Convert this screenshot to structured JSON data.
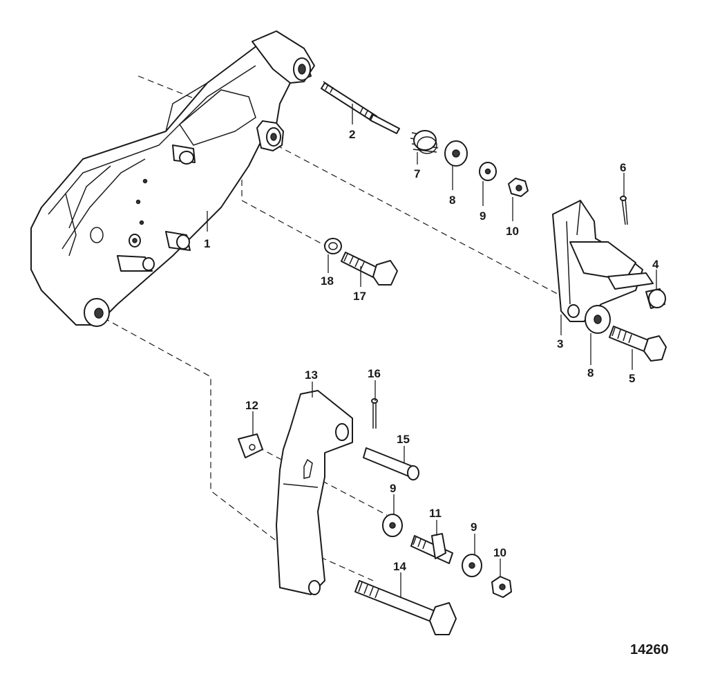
{
  "callouts": {
    "c1": "1",
    "c2": "2",
    "c3": "3",
    "c4": "4",
    "c5": "5",
    "c6": "6",
    "c7": "7",
    "c8a": "8",
    "c8b": "8",
    "c9a": "9",
    "c9b": "9",
    "c9c": "9",
    "c10a": "10",
    "c10b": "10",
    "c11": "11",
    "c12": "12",
    "c13": "13",
    "c14": "14",
    "c15": "15",
    "c16": "16",
    "c17": "17",
    "c18": "18"
  },
  "reference_number": "14260"
}
